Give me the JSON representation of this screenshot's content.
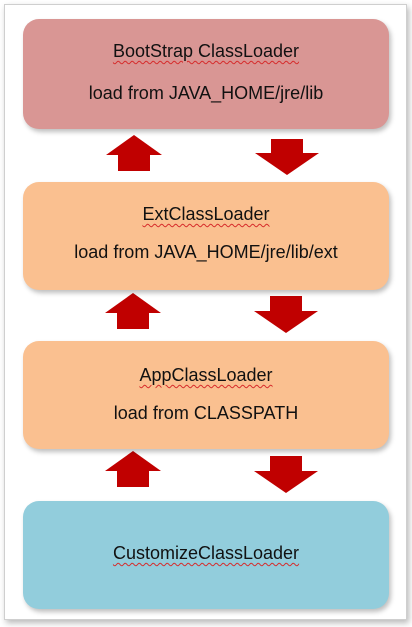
{
  "loaders": [
    {
      "name": "BootStrap ClassLoader",
      "source_prefix": "load from ",
      "source_path": "JAVA_HOME/jre/lib",
      "color": "#d99694"
    },
    {
      "name": "ExtClassLoader",
      "source_prefix": "load from ",
      "source_path": "JAVA_HOME/jre/lib/ext",
      "color": "#fac090"
    },
    {
      "name": "AppClassLoader",
      "source_prefix": "load from ",
      "source_path": "CLASSPATH",
      "color": "#fac090"
    },
    {
      "name": "CustomizeClassLoader",
      "color": "#92cddc"
    }
  ],
  "arrow_color": "#c00000"
}
